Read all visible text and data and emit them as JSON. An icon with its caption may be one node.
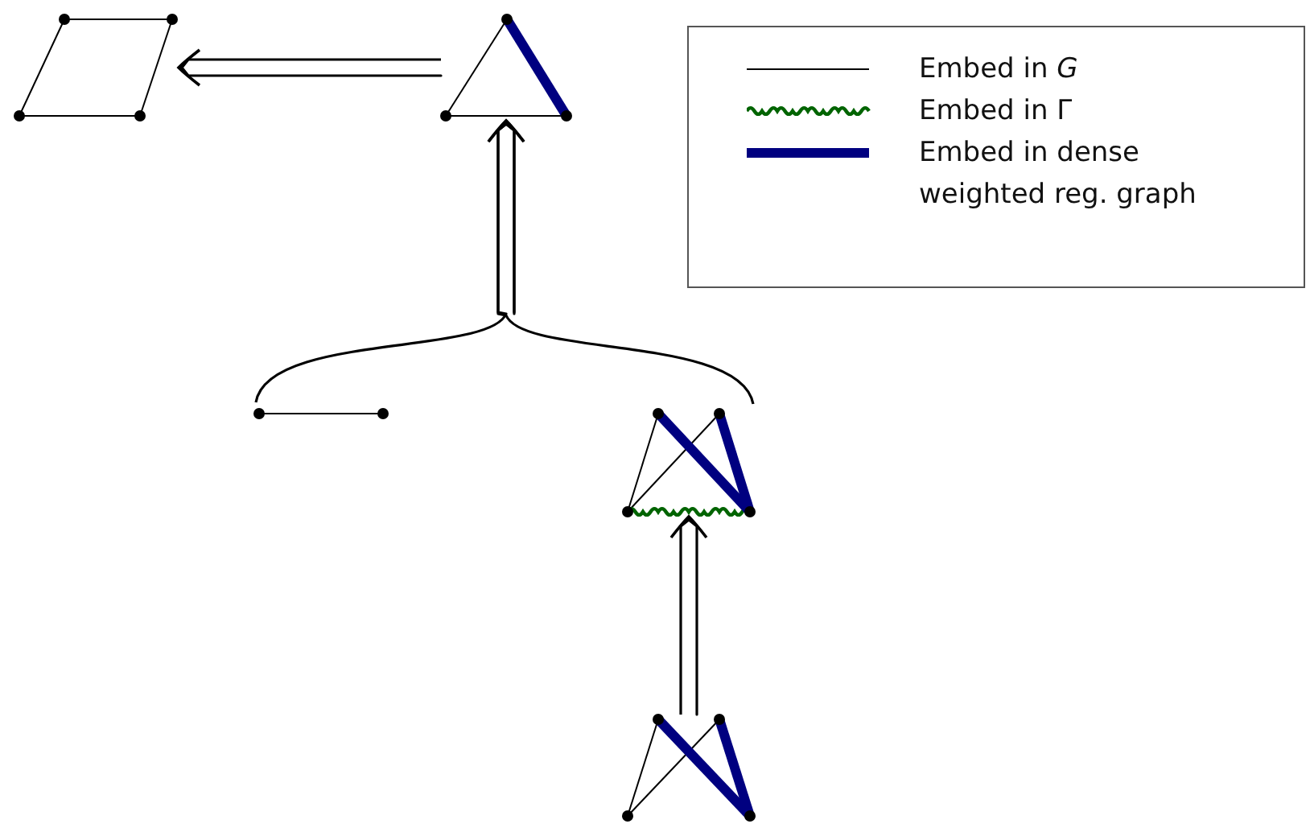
{
  "diagram": {
    "nodes": [
      {
        "text": [],
        "shape": "picture"
      },
      {
        "text": [],
        "shape": "picture"
      },
      {
        "text": [],
        "shape": "picture"
      },
      {
        "text": [],
        "shape": "picture"
      },
      {
        "text": [],
        "shape": "picture"
      }
    ],
    "edges": [
      {
        "from": 1,
        "to": 0,
        "arrow": "to"
      },
      {
        "from": 2,
        "to": 1,
        "arrow": "to"
      },
      {
        "from": 3,
        "to": 1,
        "arrow": "to"
      },
      {
        "from": 4,
        "to": 3,
        "arrow": "to"
      }
    ],
    "legend": [
      {
        "text": "Embed in *G*"
      },
      {
        "text": "Embed in Γ"
      },
      {
        "text": "Embed in dense weighted reg. graph"
      }
    ]
  }
}
